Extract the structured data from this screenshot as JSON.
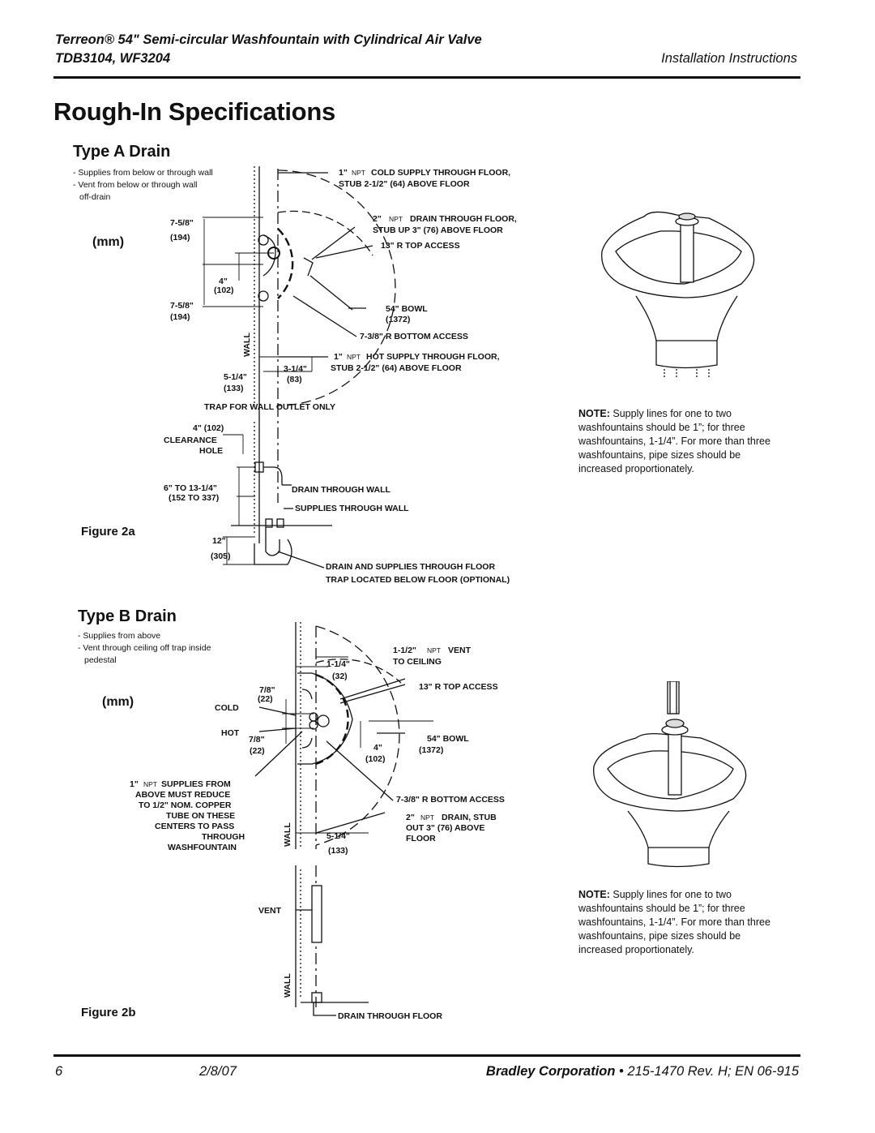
{
  "header": {
    "title": "Terreon® 54\" Semi-circular Washfountain with Cylindrical Air Valve",
    "models": "TDB3104, WF3204",
    "doc_type": "Installation Instructions"
  },
  "page_title": "Rough-In Specifications",
  "type_a": {
    "heading": "Type A Drain",
    "bullets": [
      "- Supplies from below or through wall",
      "- Vent from below or through wall",
      "off-drain"
    ],
    "mm": "(mm)",
    "figure": "Figure 2a",
    "labels": {
      "cold_a": "1\"",
      "cold_npt": "NPT",
      "cold_b": "COLD SUPPLY THROUGH FLOOR,",
      "cold_c": "STUB 2-1/2\" (64) ABOVE FLOOR",
      "drain_a": "2\"",
      "drain_npt": "NPT",
      "drain_b": "DRAIN THROUGH FLOOR,",
      "drain_c": "STUB UP 3\" (76) ABOVE FLOOR",
      "top_access": "13\" R TOP ACCESS",
      "bowl": "54\" BOWL",
      "bowl_mm": "(1372)",
      "bottom_access": "7-3/8\" R BOTTOM ACCESS",
      "hot_a": "1\"",
      "hot_npt": "NPT",
      "hot_b": "HOT SUPPLY THROUGH FLOOR,",
      "hot_c": "STUB 2-1/2\" (64) ABOVE FLOOR",
      "dim1": "7-5/8\"",
      "dim1_mm": "(194)",
      "dim2": "4\"",
      "dim2_mm": "(102)",
      "dim3": "7-5/8\"",
      "dim3_mm": "(194)",
      "dim4": "3-1/4\"",
      "dim4_mm": "(83)",
      "dim5": "5-1/4\"",
      "dim5_mm": "(133)",
      "wall": "WALL",
      "trap_title": "TRAP FOR WALL OUTLET ONLY",
      "clear1": "4\" (102)",
      "clear2": "CLEARANCE",
      "clear3": "HOLE",
      "range1": "6\" TO 13-1/4\"",
      "range2": "(152 TO 337)",
      "drain_wall": "DRAIN THROUGH WALL",
      "supplies_wall": "SUPPLIES THROUGH WALL",
      "h12": "12\"",
      "h12_mm": "(305)",
      "floor1": "DRAIN AND SUPPLIES THROUGH FLOOR",
      "floor2": "TRAP LOCATED BELOW FLOOR (OPTIONAL)"
    },
    "note_label": "NOTE:",
    "note_text": "Supply lines for one to two washfountains should be 1”; for three washfountains, 1-1/4”. For more than three washfountains, pipe sizes should be increased proportionately."
  },
  "type_b": {
    "heading": "Type B Drain",
    "bullets": [
      "- Supplies from above",
      "- Vent through ceiling off trap inside",
      "pedestal"
    ],
    "mm": "(mm)",
    "figure": "Figure 2b",
    "labels": {
      "vent_a": "1-1/2\"",
      "vent_npt": "NPT",
      "vent_b": "VENT",
      "vent_c": "TO CEILING",
      "dim_1_14": "1-1/4\"",
      "dim_32": "(32)",
      "dim_78a": "7/8\"",
      "dim_22a": "(22)",
      "cold": "COLD",
      "hot": "HOT",
      "dim_78b": "7/8\"",
      "dim_22b": "(22)",
      "top_access": "13\" R  TOP ACCESS",
      "bowl": "54\" BOWL",
      "bowl_mm": "(1372)",
      "dim_4": "4\"",
      "dim_102": "(102)",
      "sup1a": "1\"",
      "sup1npt": "NPT",
      "sup1b": "SUPPLIES FROM",
      "sup2": "ABOVE MUST REDUCE",
      "sup3": "TO 1/2\" NOM. COPPER",
      "sup4": "TUBE ON THESE",
      "sup5": "CENTERS TO PASS",
      "sup6": "THROUGH",
      "sup7": "WASHFOUNTAIN",
      "bottom_access": "7-3/8\" R BOTTOM ACCESS",
      "drain_a": "2\"",
      "drain_npt": "NPT",
      "drain_b": "DRAIN, STUB",
      "drain_c": "OUT 3\" (76) ABOVE",
      "drain_d": "FLOOR",
      "dim_514": "5-1/4\"",
      "dim_133": "(133)",
      "wall": "WALL",
      "vent": "VENT",
      "wall2": "WALL",
      "drain_floor": "DRAIN THROUGH FLOOR"
    },
    "note_label": "NOTE:",
    "note_text": "Supply lines for one to two washfountains should be 1”; for three washfountains, 1-1/4”. For more than three washfountains, pipe sizes should be increased proportionately."
  },
  "footer": {
    "page": "6",
    "date": "2/8/07",
    "company": "Bradley Corporation",
    "bullet": "•",
    "docref": "215-1470 Rev. H; EN 06-915"
  }
}
